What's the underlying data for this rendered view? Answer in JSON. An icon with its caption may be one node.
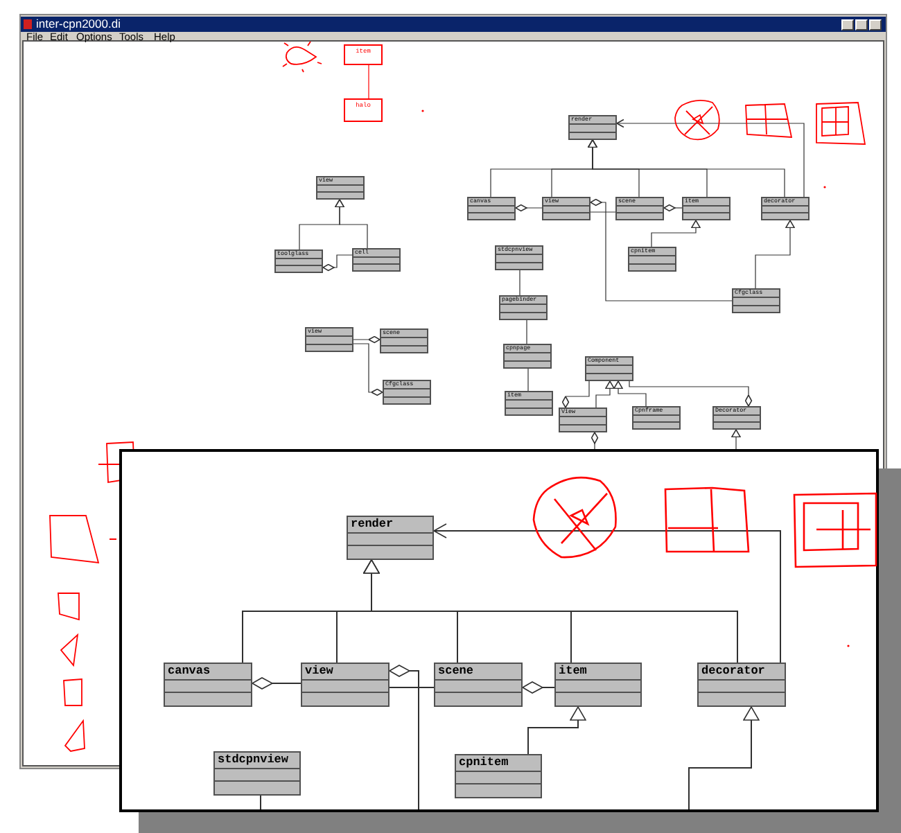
{
  "diagram": {
    "nodes": [
      {
        "text": [
          "render"
        ]
      },
      {
        "text": [
          "canvas"
        ]
      },
      {
        "text": [
          "view"
        ]
      },
      {
        "text": [
          "scene"
        ]
      },
      {
        "text": [
          "item"
        ]
      },
      {
        "text": [
          "decorator"
        ]
      },
      {
        "text": [
          "cpnitem"
        ]
      },
      {
        "text": [
          "Cfgclass"
        ]
      },
      {
        "text": [
          "stdcpnview"
        ]
      },
      {
        "text": [
          "pagebinder"
        ]
      },
      {
        "text": [
          "cpnpage"
        ]
      },
      {
        "text": [
          "item"
        ]
      },
      {
        "text": [
          "Component"
        ]
      },
      {
        "text": [
          "View"
        ]
      },
      {
        "text": [
          "Cpnframe"
        ]
      },
      {
        "text": [
          "Decorator"
        ]
      },
      {
        "text": [
          "view"
        ]
      },
      {
        "text": [
          "toolglass"
        ]
      },
      {
        "text": [
          "cell"
        ]
      },
      {
        "text": [
          "view"
        ]
      },
      {
        "text": [
          "scene"
        ]
      },
      {
        "text": [
          "Cfgclass"
        ]
      },
      {
        "text": [
          "item"
        ]
      },
      {
        "text": [
          "halo"
        ]
      },
      {
        "text": [
          "render"
        ]
      },
      {
        "text": [
          "canvas"
        ]
      },
      {
        "text": [
          "view"
        ]
      },
      {
        "text": [
          "scene"
        ]
      },
      {
        "text": [
          "item"
        ]
      },
      {
        "text": [
          "decorator"
        ]
      },
      {
        "text": [
          "stdcpnview"
        ]
      },
      {
        "text": [
          "cpnitem"
        ]
      }
    ],
    "edges": [
      {
        "from": 1,
        "to": 0,
        "arrow": "to"
      },
      {
        "from": 2,
        "to": 0,
        "arrow": "to"
      },
      {
        "from": 3,
        "to": 0,
        "arrow": "to"
      },
      {
        "from": 4,
        "to": 0,
        "arrow": "to"
      },
      {
        "from": 5,
        "to": 0,
        "arrow": "to"
      },
      {
        "from": 5,
        "to": 0,
        "arrow": "to"
      },
      {
        "from": 1,
        "to": 2,
        "arrow": "other"
      },
      {
        "from": 2,
        "to": 3,
        "arrow": "none"
      },
      {
        "from": 3,
        "to": 4,
        "arrow": "other"
      },
      {
        "from": 2,
        "to": 7,
        "arrow": "other"
      },
      {
        "from": 6,
        "to": 4,
        "arrow": "to"
      },
      {
        "from": 7,
        "to": 5,
        "arrow": "to"
      },
      {
        "from": 8,
        "to": 9,
        "arrow": "none"
      },
      {
        "from": 9,
        "to": 10,
        "arrow": "none"
      },
      {
        "from": 10,
        "to": 11,
        "arrow": "none"
      },
      {
        "from": 13,
        "to": 12,
        "arrow": "to"
      },
      {
        "from": 14,
        "to": 12,
        "arrow": "to"
      },
      {
        "from": 15,
        "to": 12,
        "arrow": "other"
      },
      {
        "from": 13,
        "to": 12,
        "arrow": "other"
      },
      {
        "from": 13,
        "to": null,
        "arrow": "other"
      },
      {
        "from": null,
        "to": 15,
        "arrow": "to"
      },
      {
        "from": 17,
        "to": 16,
        "arrow": "to"
      },
      {
        "from": 18,
        "to": 16,
        "arrow": "to"
      },
      {
        "from": 17,
        "to": 18,
        "arrow": "other"
      },
      {
        "from": 20,
        "to": 19,
        "arrow": "other"
      },
      {
        "from": 21,
        "to": 19,
        "arrow": "other"
      },
      {
        "from": 22,
        "to": 23,
        "arrow": "none",
        "color": "#ff0000"
      },
      {
        "from": 25,
        "to": 24,
        "arrow": "to"
      },
      {
        "from": 26,
        "to": 24,
        "arrow": "to"
      },
      {
        "from": 27,
        "to": 24,
        "arrow": "to"
      },
      {
        "from": 28,
        "to": 24,
        "arrow": "to"
      },
      {
        "from": 29,
        "to": 24,
        "arrow": "to"
      },
      {
        "from": 29,
        "to": 24,
        "arrow": "to"
      },
      {
        "from": 25,
        "to": 26,
        "arrow": "other"
      },
      {
        "from": 26,
        "to": 27,
        "arrow": "none"
      },
      {
        "from": 27,
        "to": 28,
        "arrow": "other"
      },
      {
        "from": 26,
        "to": null,
        "arrow": "other"
      },
      {
        "from": 31,
        "to": 28,
        "arrow": "to"
      },
      {
        "from": null,
        "to": 29,
        "arrow": "to"
      },
      {
        "from": 30,
        "to": null,
        "arrow": "none"
      }
    ],
    "labels": [
      "inter-cpn2000.di",
      "File",
      "Edit",
      "Options",
      "Tools",
      "Help"
    ]
  }
}
